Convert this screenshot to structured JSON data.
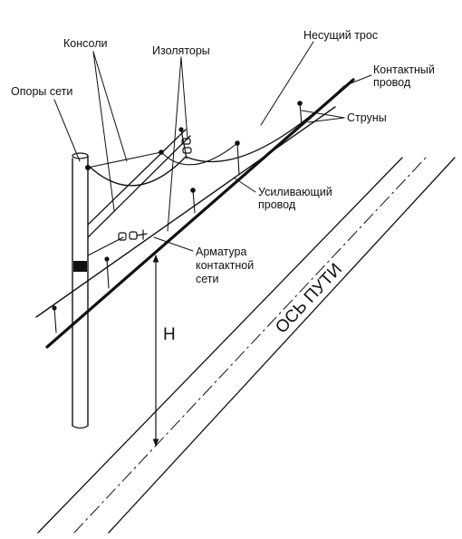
{
  "labels": {
    "supports": "Опоры сети",
    "consoles": "Консоли",
    "insulators": "Изоляторы",
    "catenary": "Несущий трос",
    "contact_wire_l1": "Контактный",
    "contact_wire_l2": "провод",
    "droppers": "Струны",
    "reinforcing_l1": "Усиливающий",
    "reinforcing_l2": "провод",
    "fittings_l1": "Арматура",
    "fittings_l2": "контактной",
    "fittings_l3": "сети",
    "height": "H",
    "track_axis": "ОСЬ ПУТИ"
  }
}
